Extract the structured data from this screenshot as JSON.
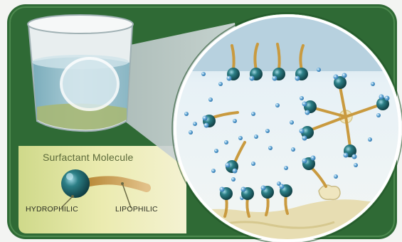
{
  "legend": {
    "title": "Surfactant Molecule",
    "hydrophilic_label": "HYDROPHILIC",
    "lipophilic_label": "LIPOPHILIC"
  },
  "colors": {
    "frame_green": "#2f6a35",
    "water_blue": "#cfe3ee",
    "head_teal": "#1f5a62",
    "tail_orange": "#c99a3f",
    "legend_panel": "#e6e6a8",
    "soil": "#e7ddb2"
  },
  "icons": [
    "beaker-icon",
    "magnifier-lens-icon",
    "surfactant-molecule-icon",
    "micelle-icon",
    "soil-particle-icon"
  ]
}
